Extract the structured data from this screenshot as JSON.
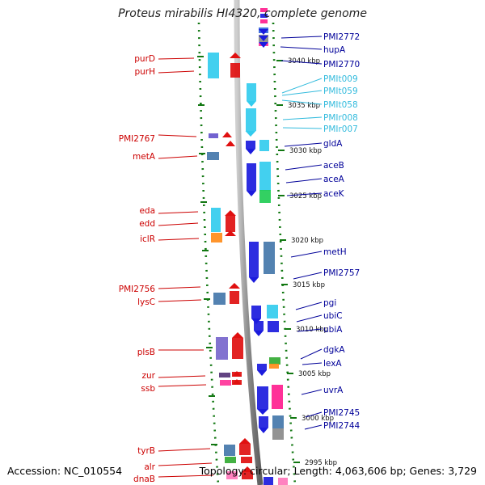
{
  "title": "Proteus mirabilis HI4320, complete genome",
  "footer": {
    "accession": "Accession: NC_010554",
    "summary": "Topology: circular; Length: 4,063,606 bp; Genes: 3,729"
  },
  "colors": {
    "left_label": "#cc0000",
    "right_label": "#000099",
    "rna_label": "#33bbdd",
    "backbone": "#8a8a8a",
    "ruler": "#117711"
  },
  "scale": {
    "unit": "kbp",
    "ticks": [
      {
        "label": "3040 kbp"
      },
      {
        "label": "3035 kbp"
      },
      {
        "label": "3030 kbp"
      },
      {
        "label": "3025 kbp"
      },
      {
        "label": "3020 kbp"
      },
      {
        "label": "3015 kbp"
      },
      {
        "label": "3010 kbp"
      },
      {
        "label": "3005 kbp"
      },
      {
        "label": "3000 kbp"
      },
      {
        "label": "2995 kbp"
      }
    ]
  },
  "left_genes": [
    "purD",
    "purH",
    "PMI2767",
    "metA",
    "eda",
    "edd",
    "iclR",
    "PMI2756",
    "lysC",
    "plsB",
    "zur",
    "ssb",
    "tyrB",
    "alr",
    "dnaB"
  ],
  "right_genes": [
    {
      "name": "PMI2772",
      "type": "cds"
    },
    {
      "name": "hupA",
      "type": "cds"
    },
    {
      "name": "PMI2770",
      "type": "cds"
    },
    {
      "name": "PMIt009",
      "type": "rna"
    },
    {
      "name": "PMIt059",
      "type": "rna"
    },
    {
      "name": "PMIt058",
      "type": "rna"
    },
    {
      "name": "PMIr008",
      "type": "rna"
    },
    {
      "name": "PMIr007",
      "type": "rna"
    },
    {
      "name": "gldA",
      "type": "cds"
    },
    {
      "name": "aceB",
      "type": "cds"
    },
    {
      "name": "aceA",
      "type": "cds"
    },
    {
      "name": "aceK",
      "type": "cds"
    },
    {
      "name": "metH",
      "type": "cds"
    },
    {
      "name": "PMI2757",
      "type": "cds"
    },
    {
      "name": "pgi",
      "type": "cds"
    },
    {
      "name": "ubiC",
      "type": "cds"
    },
    {
      "name": "ubiA",
      "type": "cds"
    },
    {
      "name": "dgkA",
      "type": "cds"
    },
    {
      "name": "lexA",
      "type": "cds"
    },
    {
      "name": "uvrA",
      "type": "cds"
    },
    {
      "name": "PMI2745",
      "type": "cds"
    },
    {
      "name": "PMI2744",
      "type": "cds"
    }
  ]
}
